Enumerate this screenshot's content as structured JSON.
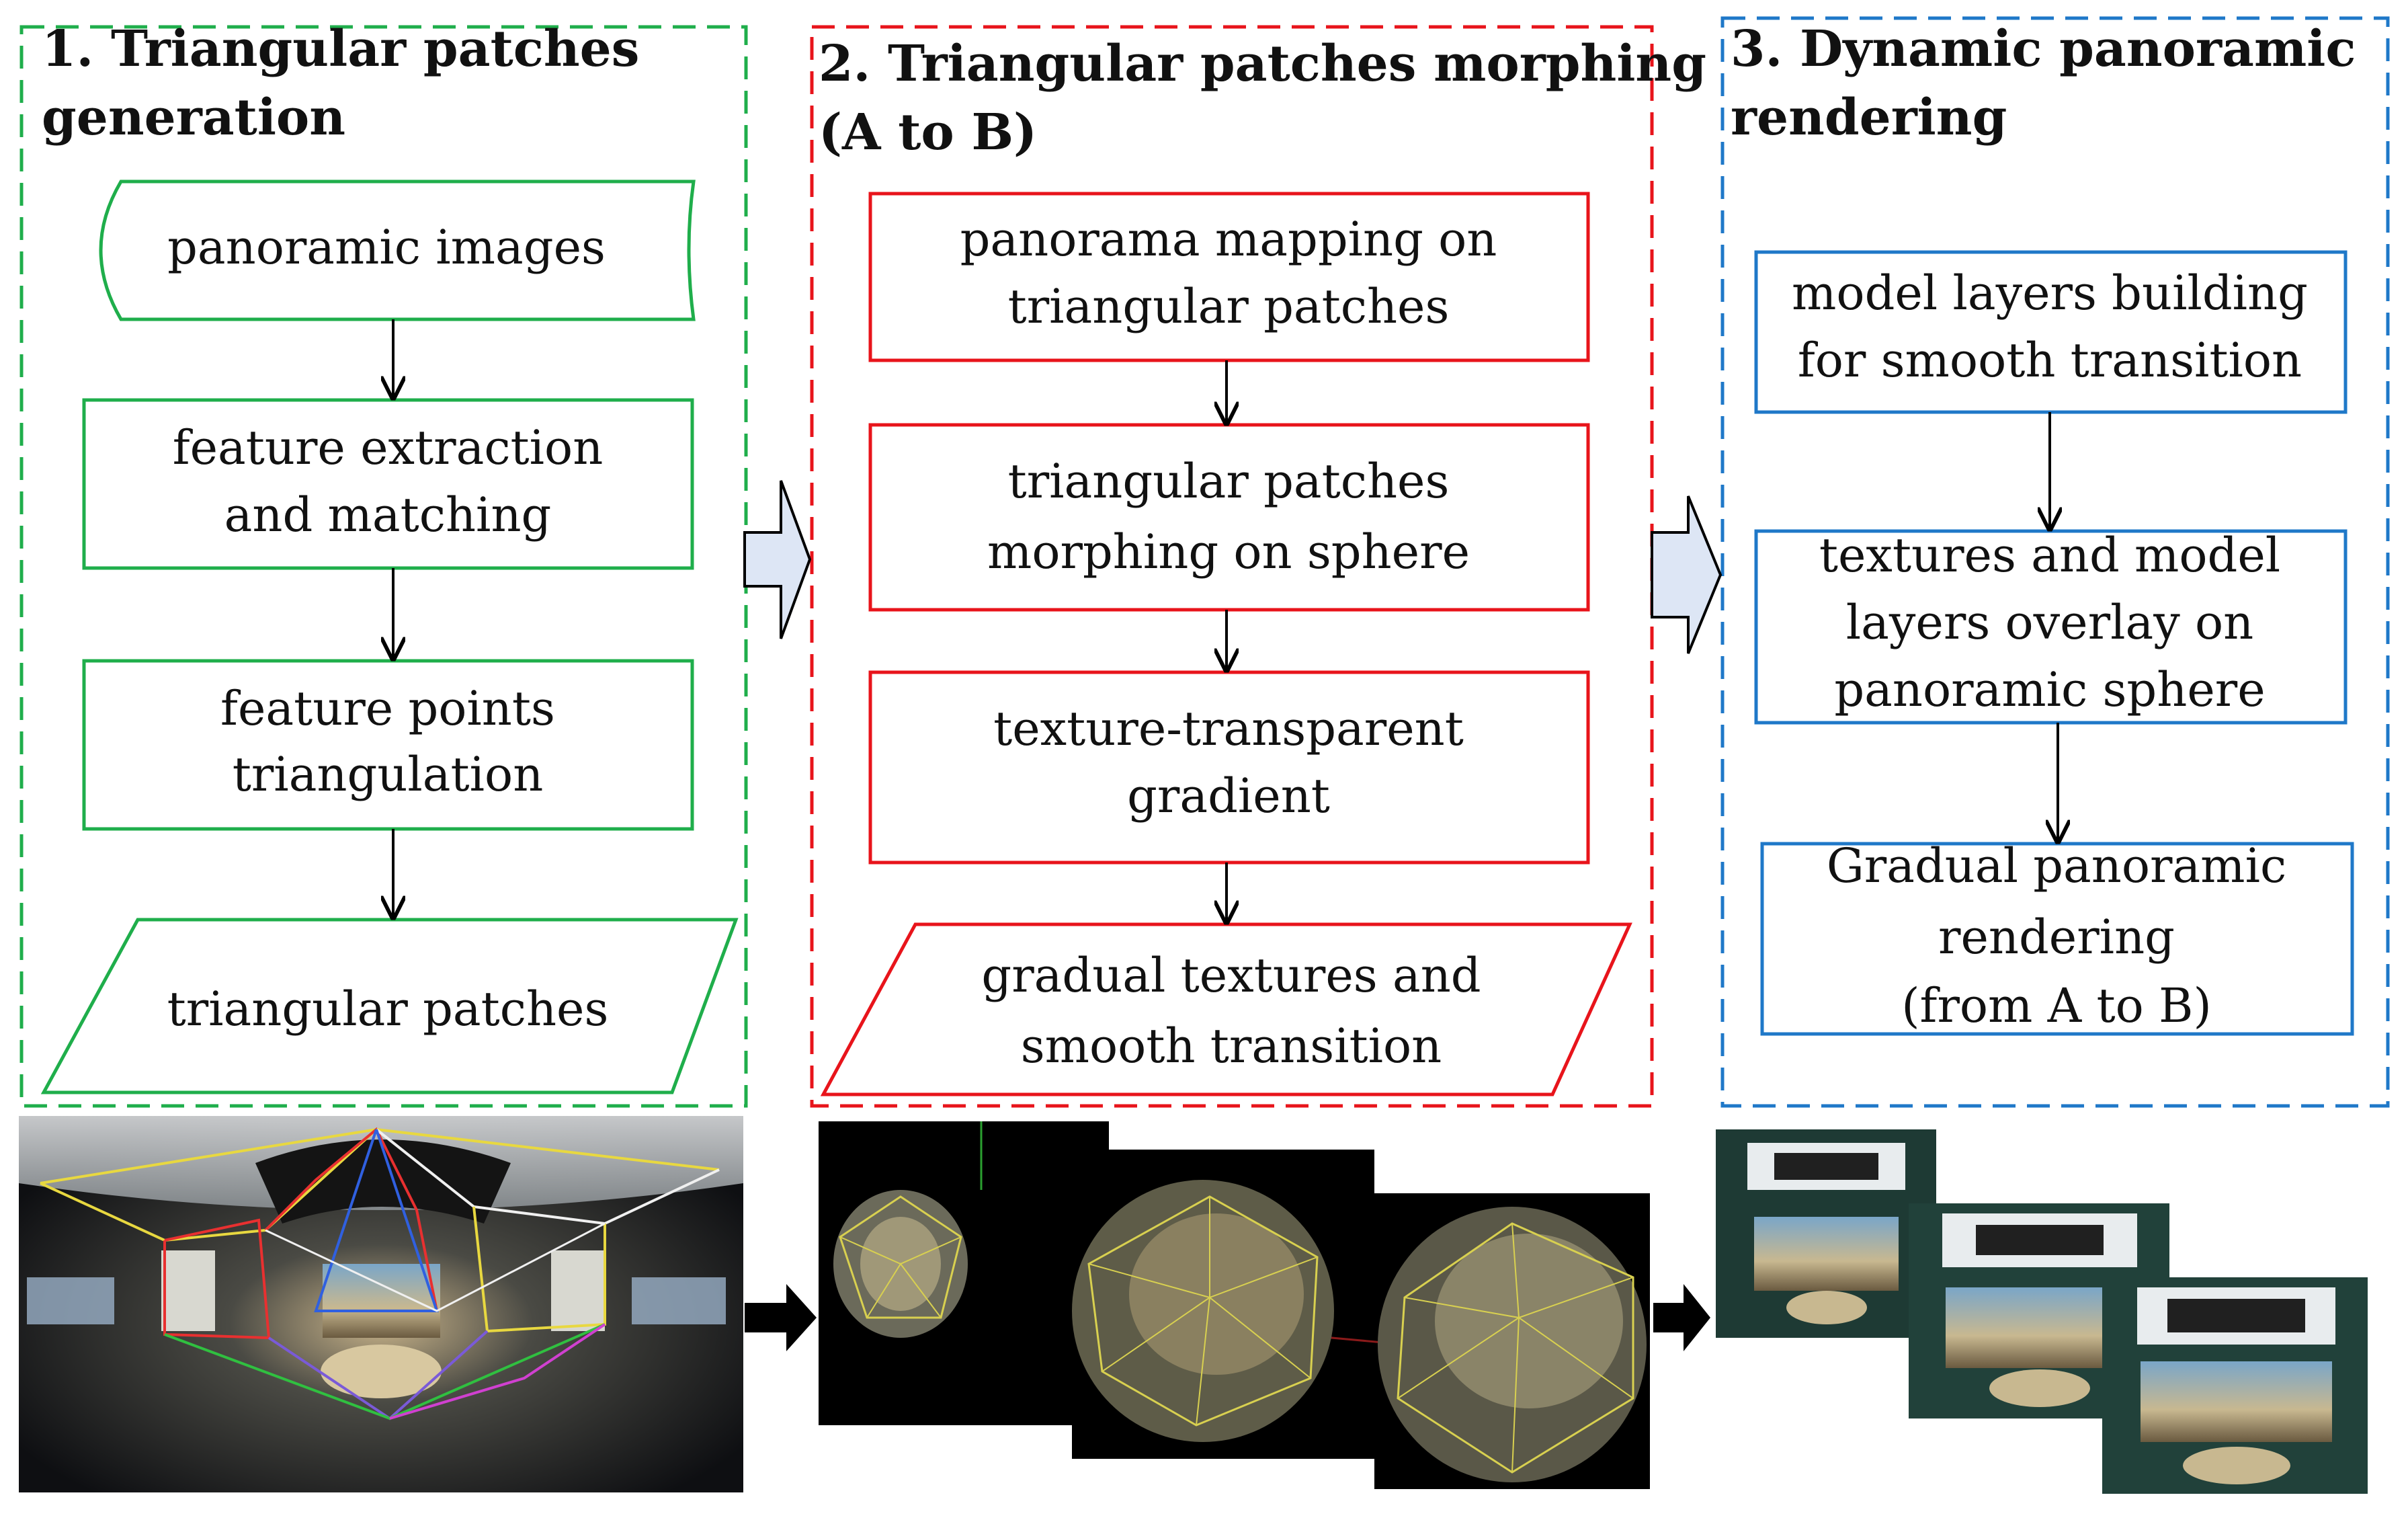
{
  "panels": [
    {
      "title_line1": "1. Triangular patches",
      "title_line2": "generation",
      "color": "#1fae4b",
      "nodes": [
        {
          "lines": [
            "panoramic images"
          ]
        },
        {
          "lines": [
            "feature extraction",
            "and matching"
          ]
        },
        {
          "lines": [
            "feature points",
            "triangulation"
          ]
        },
        {
          "lines": [
            "triangular patches"
          ]
        }
      ]
    },
    {
      "title_line1": "2. Triangular patches morphing",
      "title_line2": "(A to B)",
      "color": "#e8141b",
      "nodes": [
        {
          "lines": [
            "panorama mapping  on",
            "triangular patches"
          ]
        },
        {
          "lines": [
            "triangular patches",
            "morphing on sphere"
          ]
        },
        {
          "lines": [
            "texture-transparent",
            "gradient"
          ]
        },
        {
          "lines": [
            "gradual textures and",
            "smooth transition"
          ]
        }
      ]
    },
    {
      "title_line1": "3. Dynamic panoramic",
      "title_line2": "rendering",
      "color": "#1f78c8",
      "nodes": [
        {
          "lines": [
            "model layers building",
            "for smooth transition"
          ]
        },
        {
          "lines": [
            "textures and model",
            "layers overlay on",
            "panoramic sphere"
          ]
        },
        {
          "lines": [
            "Gradual panoramic",
            "rendering",
            "(from A to B)"
          ]
        }
      ]
    }
  ]
}
